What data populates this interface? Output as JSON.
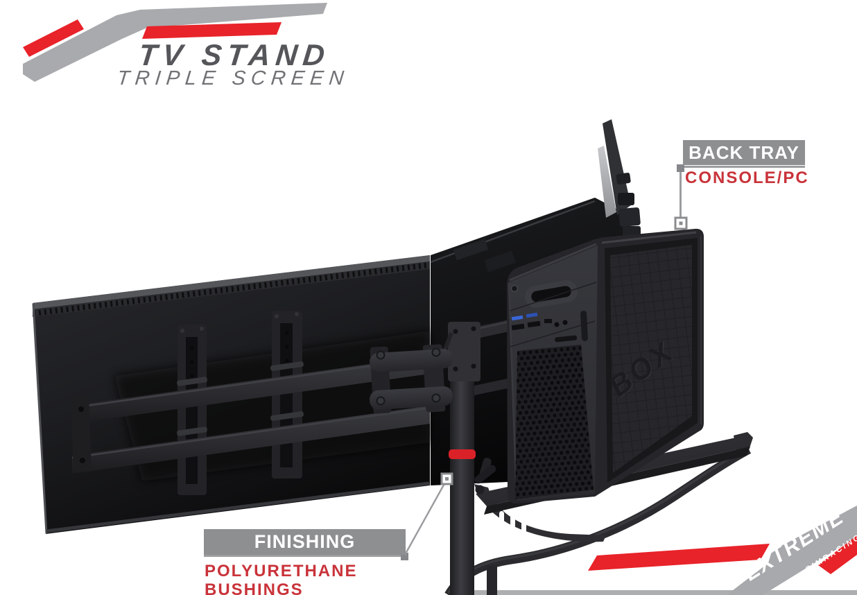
{
  "logo": {
    "title": "TV STAND",
    "subtitle": "TRIPLE SCREEN"
  },
  "callouts": {
    "back_tray": {
      "title": "BACK TRAY",
      "subtitle": "CONSOLE/PC"
    },
    "finishing": {
      "title": "FINISHING",
      "subtitle_line1": "POLYURETHANE",
      "subtitle_line2": "BUSHINGS"
    }
  },
  "product": {
    "pc_side_label": "BOX"
  },
  "branding": {
    "primary": "EXTREME",
    "secondary": "SIMRACING"
  },
  "colors": {
    "background": "#ffffff",
    "accent_red": "#e8232a",
    "callout_text_red": "#c9333a",
    "label_box_gray": "#8d8f91",
    "swoosh_gray": "#a8aaad",
    "product_dark": "#1c1d20",
    "bushing_ring_red": "#da2128"
  }
}
